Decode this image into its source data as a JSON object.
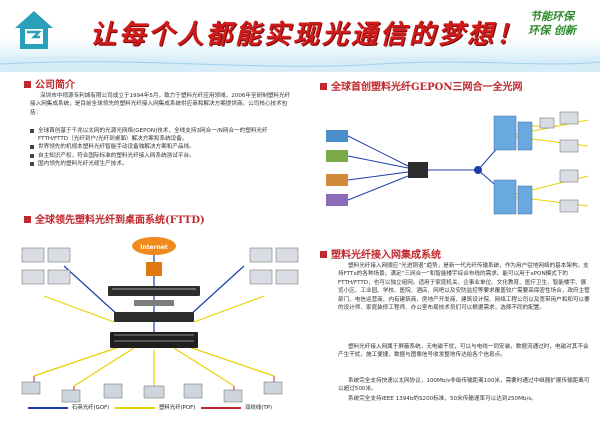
{
  "banner": {
    "slogan": "让每个人都能实现光通信的梦想！",
    "motto_line1": "节能环保",
    "motto_line2": "环保 创新",
    "logo_icon": "house-fiber-logo-icon"
  },
  "company": {
    "title": "公司简介",
    "intro": "深圳市中视源专利城有限公司成立于1994年5月，致力于塑料光纤应用领域，2006年至研制塑料光纤接入网集成系统，是目前全球领先的塑料光纤接入网集成系统供应商和解决方案提供商。公司核心技术包括：",
    "bullets": [
      "全球首创基于千兆以太网的光源光网络(GEPON)技术，全线支持3网合一/N网合一的塑料光纤FTTH/FTTD（光纤到户/光纤到桌面）解决方案和系统设备。",
      "世界领先的机规本塑料光纤智能手动设备独解决方案和产品线。",
      "自主知识产权，符合国际标准的塑料光纤接入网系统测试平台。",
      "国内领先的塑料光纤光缆生产技术。"
    ]
  },
  "gepon": {
    "title": "全球首创塑料光纤GEPON三网合一全光网"
  },
  "fttd": {
    "title": "全球领先塑料光纤到桌面系统(FTTD)",
    "internet_label": "Internet",
    "legend": [
      {
        "label": "石英光纤(GOF)",
        "color": "#1b3fa8"
      },
      {
        "label": "塑料光纤(POF)",
        "color": "#e9d100"
      },
      {
        "label": "双绞线(TP)",
        "color": "#c0282d"
      }
    ]
  },
  "system": {
    "title": "塑料光纤接入网集成系统",
    "paragraphs": [
      "塑料光纤接入网顺应“光进铜退”趋势，是新一代光纤传输系统，作为用户驻地网络的基本架构，支持FTTx的各种场景。满足“三网合一”和智能楼宇综合布线的需求。能可以用于xPON模式下的FTTH/FTTD，也可以独立组网。适用于家庭机关、企事业单位、文化教育、医疗卫生、智能楼宇、展览小区、工业园、学校、医院、酒店、网吧以及安防监控等要求覆盖较广需要高保密性场合，政府主管部门、电信运营商、内有建筑商、房地产开发商、建筑设计院、网络工程公司以及宽带用户和和可以要的设计师、家庭装修工程师、办公室布局技术员们可以根据需求，选择不同的配置。",
      "塑料光纤接入网属于屏蔽系统，无电磁干扰，可以与电线一同安装，数据流通过时，电磁对其不会产生干扰，施工便捷，数据与图像信号收发整地传达给各个信息点。",
      "系统完全支持快速以太网协议，100Mb/s非级传输距离100米，需要时通过中继器扩展传输距离可以超过500米。",
      "系统完全支持IEEE 1394b的S200标准，50米传输速率可以达到250Mb/s。"
    ]
  },
  "colors": {
    "accent_red": "#c0282d",
    "slogan_red": "#d11a1a",
    "motto_green": "#2e8a2e",
    "fiber_blue": "#1b3fa8",
    "fiber_yellow": "#e9d100",
    "orange": "#f08a1c"
  }
}
